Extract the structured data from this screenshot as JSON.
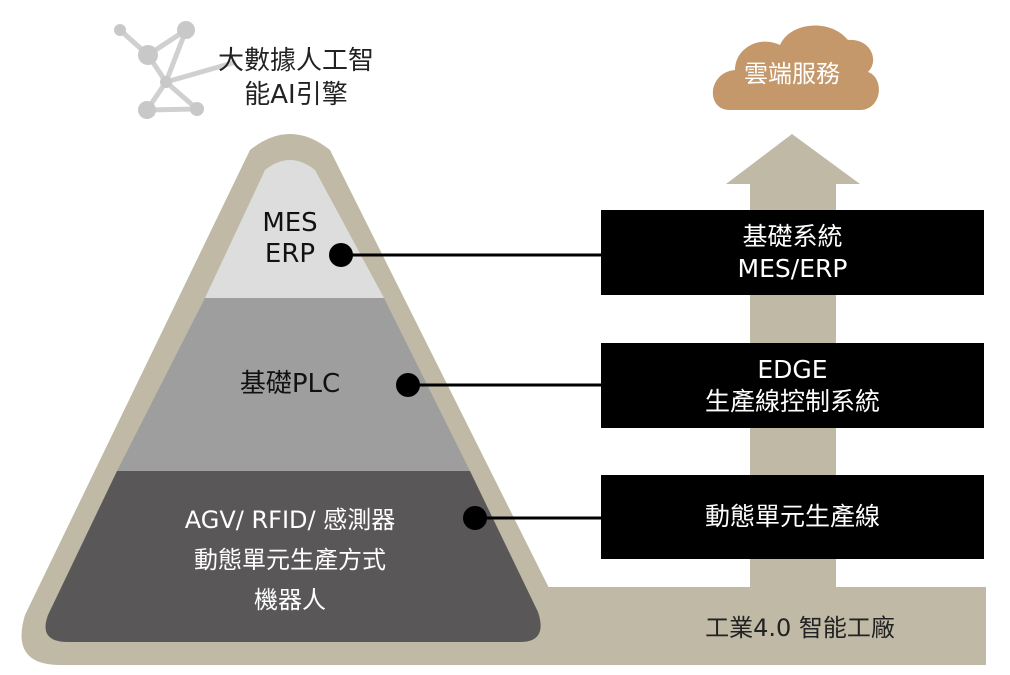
{
  "colors": {
    "frame": "#bfb9a6",
    "tier_top": "#dcdddc",
    "tier_mid": "#9d9e9d",
    "tier_bottom": "#595758",
    "cloud": "#c4986a",
    "box": "#000000",
    "network_icon": "#cccccc"
  },
  "ai_engine": {
    "icon": "network-nodes-icon",
    "line1": "大數據人工智",
    "line2": "能AI引擎"
  },
  "cloud": {
    "icon": "cloud-icon",
    "label": "雲端服務"
  },
  "pyramid": {
    "tiers": [
      {
        "lines": [
          "MES",
          "ERP"
        ]
      },
      {
        "lines": [
          "基礎PLC"
        ]
      },
      {
        "lines": [
          "AGV/ RFID/ 感測器",
          "動態單元生產方式",
          "機器人"
        ]
      }
    ]
  },
  "systems": [
    {
      "lines": [
        "基礎系統",
        "MES/ERP"
      ]
    },
    {
      "lines": [
        "EDGE",
        "生產線控制系統"
      ]
    },
    {
      "lines": [
        "動態單元生產線"
      ]
    }
  ],
  "factory": {
    "label": "工業4.0 智能工廠"
  }
}
